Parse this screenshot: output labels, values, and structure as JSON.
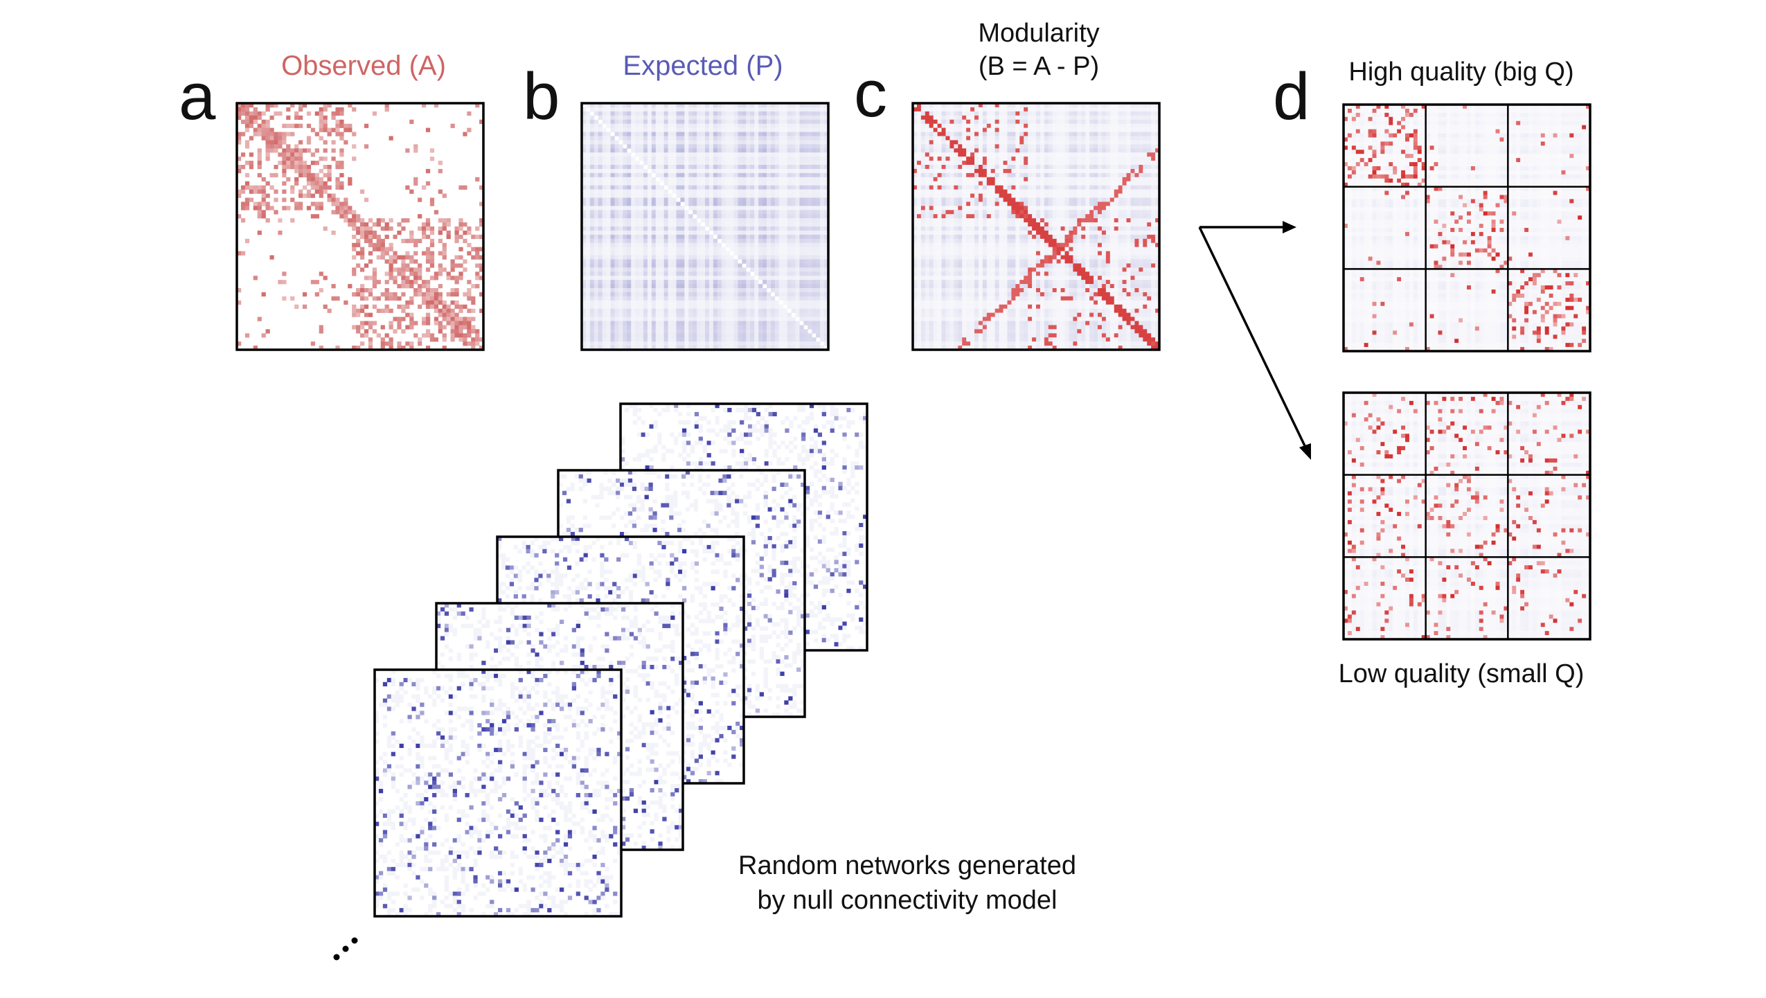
{
  "panels": {
    "a": {
      "letter": "a",
      "title": "Observed (A)"
    },
    "b": {
      "letter": "b",
      "title": "Expected (P)"
    },
    "c": {
      "letter": "c",
      "title_line1": "Modularity",
      "title_line2": "(B = A - P)"
    },
    "d": {
      "letter": "d",
      "top_caption": "High quality (big Q)",
      "bottom_caption": "Low quality (small Q)"
    }
  },
  "random_caption": {
    "line1": "Random networks generated",
    "line2": "by null connectivity model"
  },
  "ellipsis": "...",
  "colors": {
    "observed": "#d06464",
    "expected": "#5a5ab4",
    "positive": "#d42c2c",
    "random": "#3c3ca8",
    "text": "#111111",
    "frame": "#000000"
  },
  "structure": {
    "matrix_cells": 60,
    "module_count": 3,
    "random_stack_count": 5
  }
}
